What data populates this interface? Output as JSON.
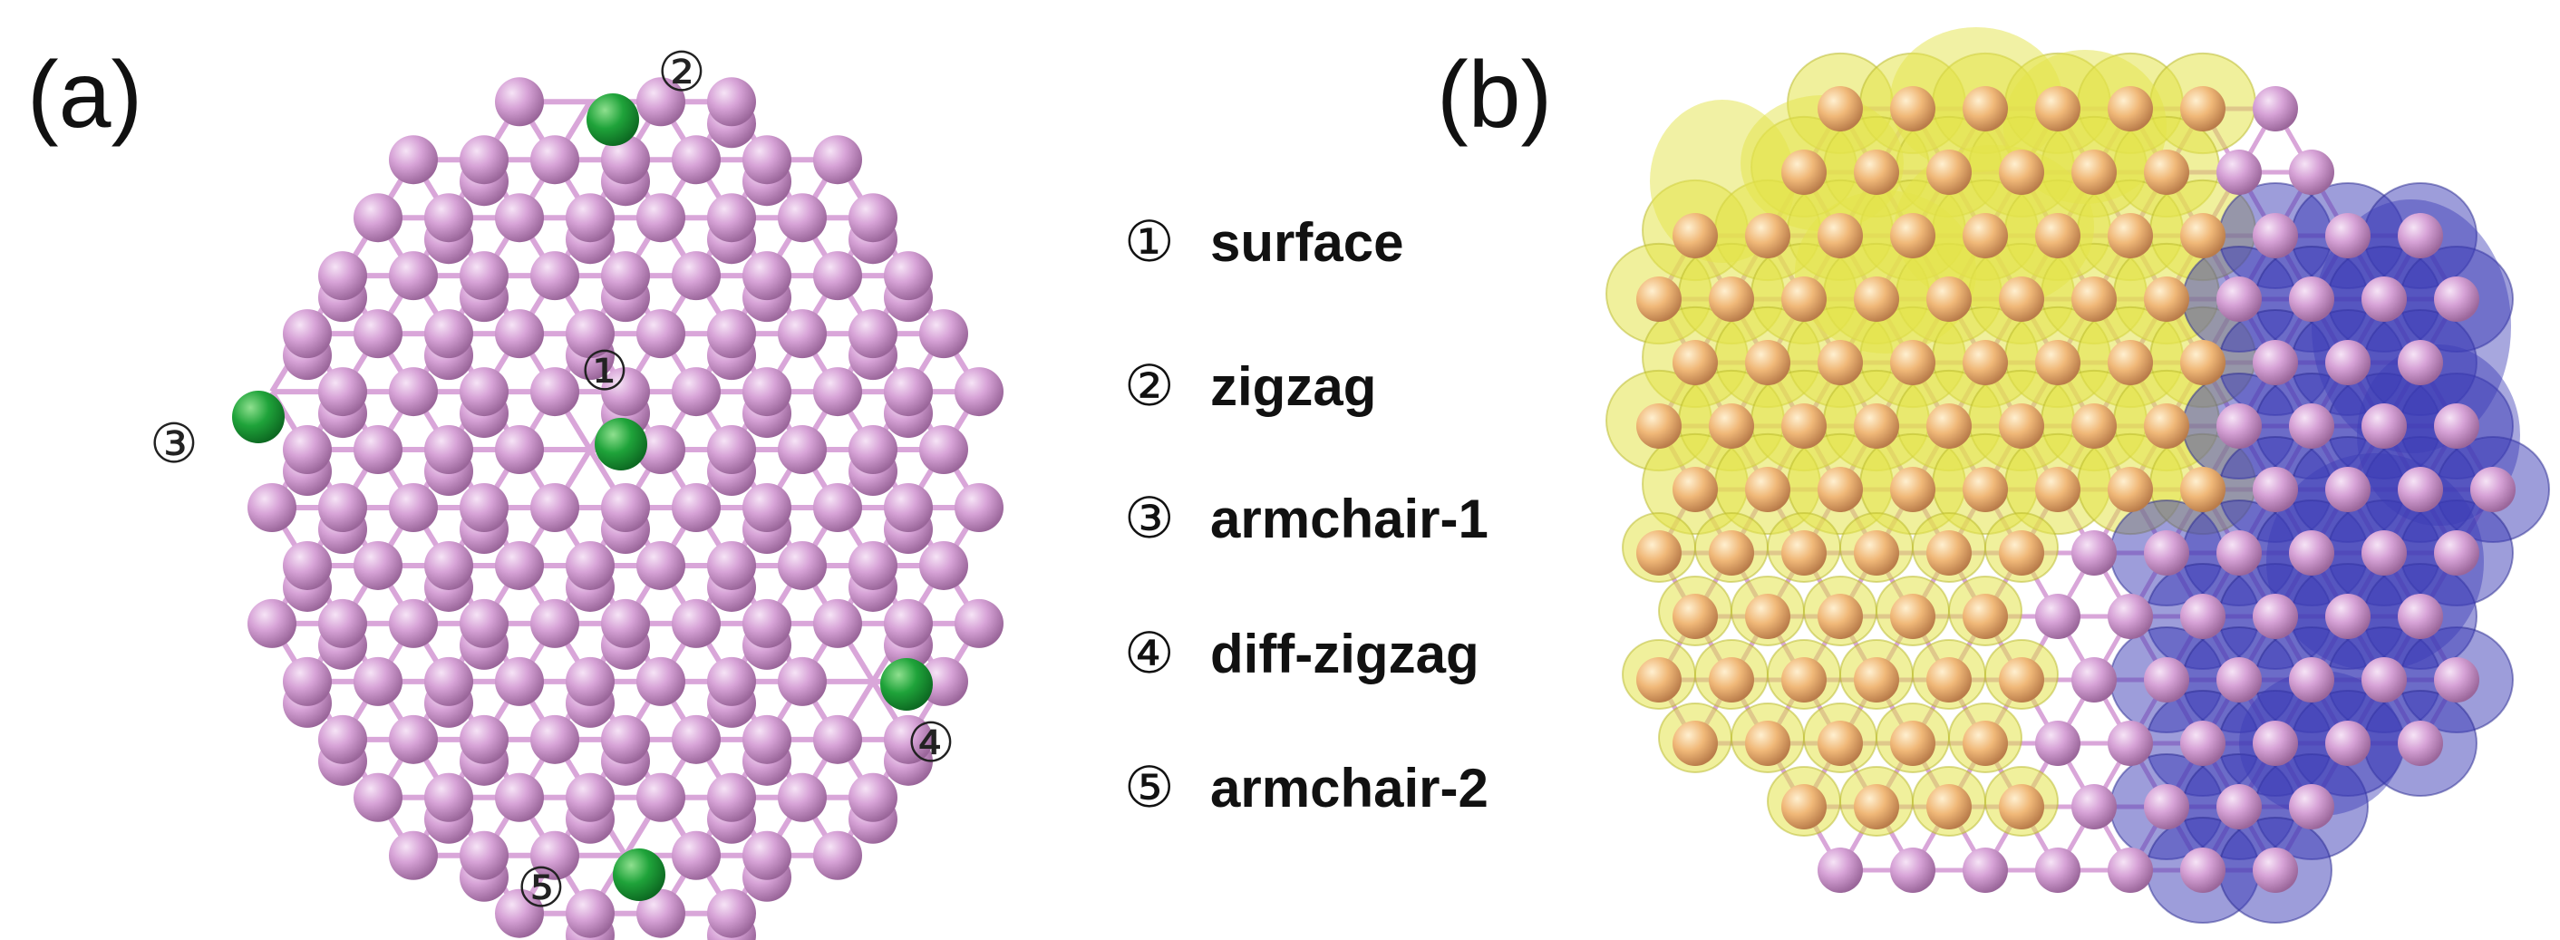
{
  "panels": {
    "a": {
      "label": "(a)"
    },
    "b": {
      "label": "(b)"
    }
  },
  "sites": [
    {
      "num": "①",
      "name": "surface"
    },
    {
      "num": "②",
      "name": "zigzag"
    },
    {
      "num": "③",
      "name": "armchair-1"
    },
    {
      "num": "④",
      "name": "diff-zigzag"
    },
    {
      "num": "⑤",
      "name": "armchair-2"
    }
  ],
  "colors": {
    "atom": "#d7a3d7",
    "dopant": "#22a83a",
    "bond": "#d9a6d9",
    "accumulation": "#e3e34a",
    "depletion": "#3b3bb5"
  }
}
